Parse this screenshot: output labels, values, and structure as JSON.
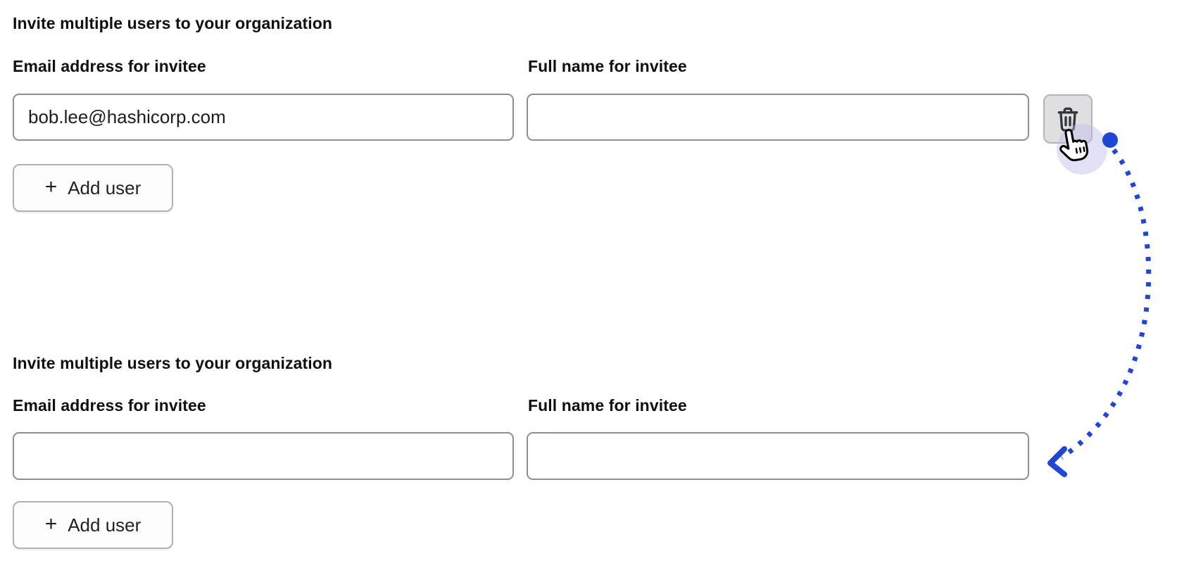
{
  "sections": [
    {
      "heading": "Invite multiple users to your organization",
      "fields": [
        {
          "label": "Email address for invitee",
          "value": "bob.lee@hashicorp.com"
        },
        {
          "label": "Full name for invitee",
          "value": ""
        }
      ],
      "add_user_label": "Add user",
      "plus_icon": "+",
      "delete_button": {
        "icon": "trash-icon"
      }
    },
    {
      "heading": "Invite multiple users to your organization",
      "fields": [
        {
          "label": "Email address for invitee",
          "value": ""
        },
        {
          "label": "Full name for invitee",
          "value": ""
        }
      ],
      "add_user_label": "Add user",
      "plus_icon": "+"
    }
  ],
  "annotation": {
    "arrow_color": "#2046d4",
    "halo_color": "#b9bbe9",
    "cursor_icon": "pointer-hand-icon",
    "trash_icon_color": "#33353d"
  }
}
